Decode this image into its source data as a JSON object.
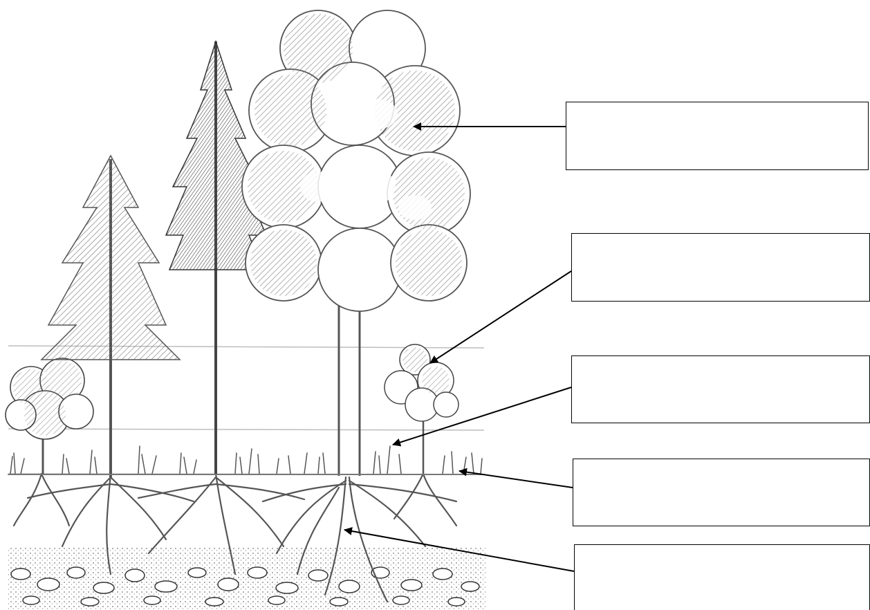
{
  "diagram": {
    "kind": "forest-layers-worksheet",
    "label_boxes": [
      {
        "id": "box-1",
        "target": "tall-deciduous-tree-crown",
        "text": ""
      },
      {
        "id": "box-2",
        "target": "small-tree-shrub",
        "text": ""
      },
      {
        "id": "box-3",
        "target": "grass-herb-layer",
        "text": ""
      },
      {
        "id": "box-4",
        "target": "ground-litter-layer",
        "text": ""
      },
      {
        "id": "box-5",
        "target": "root-soil-layer",
        "text": ""
      }
    ],
    "colors": {
      "ink": "#000000",
      "pencil": "#555555",
      "paper": "#ffffff",
      "guide-line": "#bdbdbd"
    }
  }
}
